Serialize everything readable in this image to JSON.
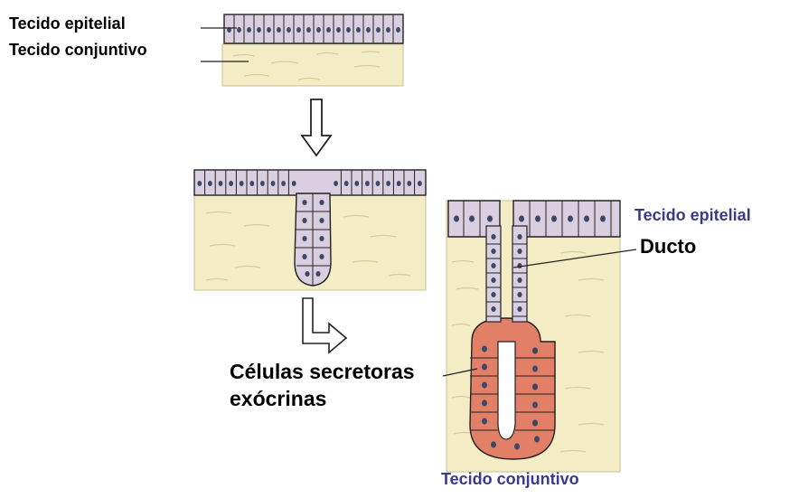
{
  "labels": {
    "top_epithelial": "Tecido epitelial",
    "top_connective": "Tecido conjuntivo",
    "right_epithelial": "Tecido epitelial",
    "duct": "Ducto",
    "secretory_line1": "Células secretoras",
    "secretory_line2": "exócrinas",
    "bottom_connective": "Tecido conjuntivo"
  },
  "colors": {
    "connective": "#f3ecc4",
    "connective_stroke": "#c9bf94",
    "epithelial_cell": "#d9cfe0",
    "secretory_cell": "#e27f67",
    "nucleus": "#3d4766",
    "outline": "#222222",
    "label_blue": "#3a3a8c"
  }
}
